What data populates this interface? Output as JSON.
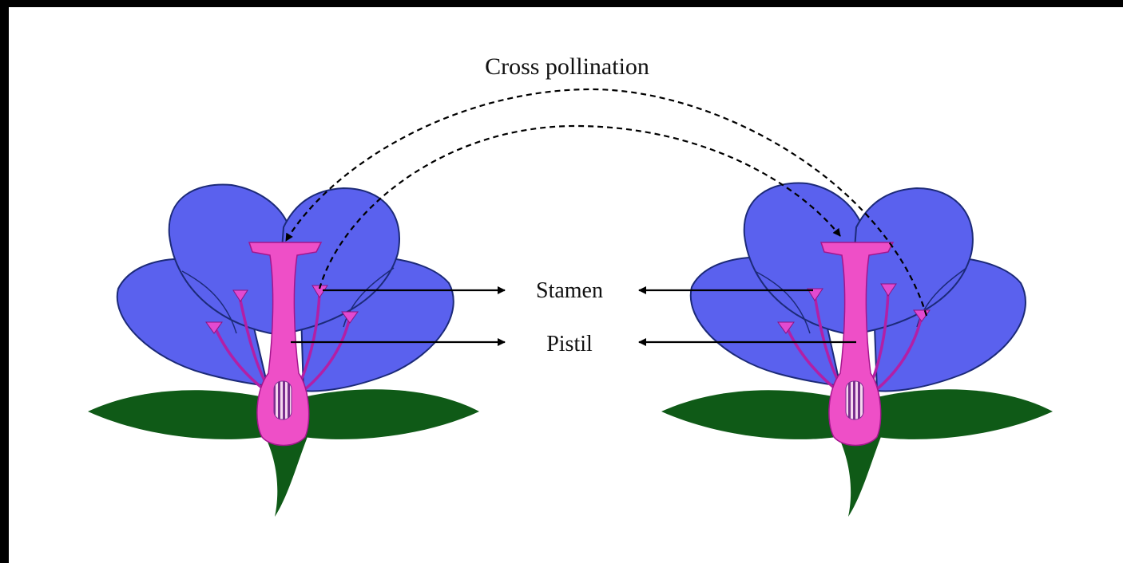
{
  "labels": {
    "cross_pollination": "Cross pollination",
    "stamen": "Stamen",
    "pistil": "Pistil"
  },
  "colors": {
    "petal": "#5a61ee",
    "petal_outline": "#1c2a78",
    "leaf": "#0f5a17",
    "pistil": "#ee4fc7",
    "stamen": "#c22ab8",
    "background": "#ffffff",
    "border": "#000000"
  }
}
